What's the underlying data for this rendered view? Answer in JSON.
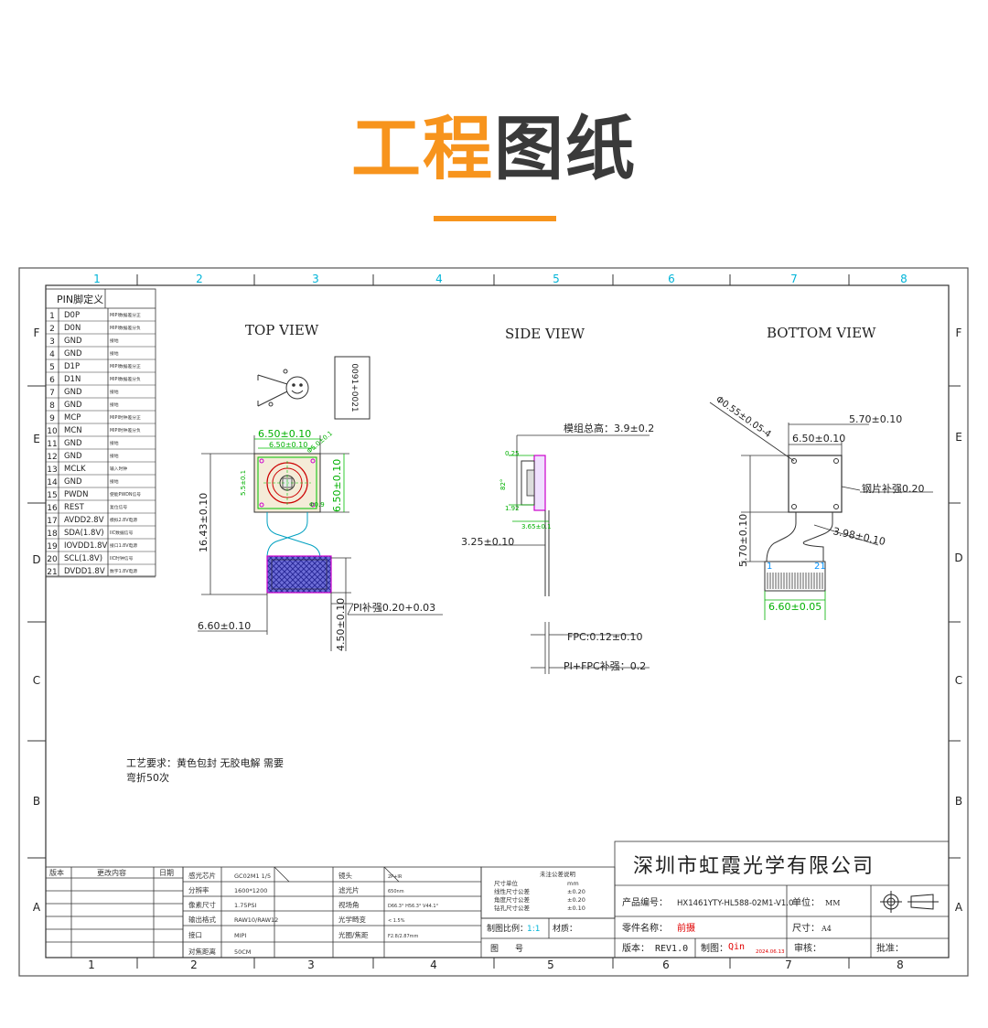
{
  "heading": {
    "part1": "工程",
    "part2": "图纸"
  },
  "frame": {
    "cols_top": [
      "1",
      "2",
      "3",
      "4",
      "5",
      "6",
      "7",
      "8"
    ],
    "cols_bottom": [
      "1",
      "2",
      "3",
      "4",
      "5",
      "6",
      "7",
      "8"
    ],
    "rows": [
      "F",
      "E",
      "D",
      "C",
      "B",
      "A"
    ]
  },
  "pin_table": {
    "title": "PIN脚定义",
    "rows": [
      {
        "n": "1",
        "name": "D0P",
        "desc": "MIPI数据差分正"
      },
      {
        "n": "2",
        "name": "D0N",
        "desc": "MIPI数据差分负"
      },
      {
        "n": "3",
        "name": "GND",
        "desc": "接地"
      },
      {
        "n": "4",
        "name": "GND",
        "desc": "接地"
      },
      {
        "n": "5",
        "name": "D1P",
        "desc": "MIPI数据差分正"
      },
      {
        "n": "6",
        "name": "D1N",
        "desc": "MIPI数据差分负"
      },
      {
        "n": "7",
        "name": "GND",
        "desc": "接地"
      },
      {
        "n": "8",
        "name": "GND",
        "desc": "接地"
      },
      {
        "n": "9",
        "name": "MCP",
        "desc": "MIPI时钟差分正"
      },
      {
        "n": "10",
        "name": "MCN",
        "desc": "MIPI时钟差分负"
      },
      {
        "n": "11",
        "name": "GND",
        "desc": "接地"
      },
      {
        "n": "12",
        "name": "GND",
        "desc": "接地"
      },
      {
        "n": "13",
        "name": "MCLK",
        "desc": "输入时钟"
      },
      {
        "n": "14",
        "name": "GND",
        "desc": "接地"
      },
      {
        "n": "15",
        "name": "PWDN",
        "desc": "使能PWDN信号"
      },
      {
        "n": "16",
        "name": "REST",
        "desc": "复位信号"
      },
      {
        "n": "17",
        "name": "AVDD2.8V",
        "desc": "模拟2.8V电源"
      },
      {
        "n": "18",
        "name": "SDA(1.8V)",
        "desc": "IIC数据信号"
      },
      {
        "n": "19",
        "name": "IOVDD1.8V",
        "desc": "接口1.8V电源"
      },
      {
        "n": "20",
        "name": "SCL(1.8V)",
        "desc": "IIC时钟信号"
      },
      {
        "n": "21",
        "name": "DVDD1.8V",
        "desc": "数字1.8V电源"
      }
    ]
  },
  "views": {
    "top": "TOP VIEW",
    "side": "SIDE VIEW",
    "bottom": "BOTTOM VIEW"
  },
  "top_view": {
    "label_box": "0091+0021",
    "dim_width": "6.50±0.10",
    "dim_width_inner": "6.50±0.10",
    "dim_height_right": "6.50±0.10",
    "dim_small_a": "5.5±0.1",
    "dim_small_b": "Φ5.0±0.1",
    "dim_small_c": "Φ0.9",
    "dim_total": "16.43±0.10",
    "dim_connector_w": "6.60±0.10",
    "dim_connector_h": "4.50±0.10",
    "pi_note": "PI补强0.20+0.03"
  },
  "side_view": {
    "total_height": "模组总高：3.9±0.2",
    "small_a": "0.25",
    "small_b": "1.92",
    "small_c": "3.65±0.1",
    "small_d": "82°",
    "fpc_width": "3.25±0.10",
    "fpc_thick": "FPC:0.12±0.10",
    "pi_fpc": "PI+FPC补强：0.2"
  },
  "bottom_view": {
    "hole": "Φ0.55±0.05-4",
    "dim_outer": "5.70±0.10",
    "dim_inner": "6.50±0.10",
    "steel": "钢片补强0.20",
    "dim_height": "5.70±0.10",
    "dim_flex": "3.98±0.10",
    "pin_first": "1",
    "pin_last": "21",
    "dim_conn": "6.60±0.05"
  },
  "notes": {
    "line1": "工艺要求：黄色包封 无胶电解 需要",
    "line2": "弯折50次"
  },
  "revision_table": {
    "col1": "版本",
    "col2": "更改内容",
    "col3": "日期"
  },
  "spec_table": [
    {
      "k": "感光芯片",
      "v": "GC02M1 1/5",
      "k2": "镜头",
      "v2": "2P+IR"
    },
    {
      "k": "分辨率",
      "v": "1600*1200",
      "k2": "滤光片",
      "v2": "650nm"
    },
    {
      "k": "像素尺寸",
      "v": "1.75PSI",
      "k2": "视场角",
      "v2": "D66.3° H56.3° V44.1°"
    },
    {
      "k": "输出格式",
      "v": "RAW10/RAW12",
      "k2": "光学畸变",
      "v2": "< 1.5%"
    },
    {
      "k": "接口",
      "v": "MIPI",
      "k2": "光圈/焦距",
      "v2": "F2.8/2.87mm"
    },
    {
      "k": "对焦距离",
      "v": "50CM",
      "k2": "",
      "v2": ""
    }
  ],
  "tolerance": {
    "title": "未注公差说明",
    "rows": [
      {
        "k": "尺寸单位",
        "v": "mm"
      },
      {
        "k": "线性尺寸公差",
        "v": "±0.20"
      },
      {
        "k": "角度尺寸公差",
        "v": "±0.20"
      },
      {
        "k": "钻孔尺寸公差",
        "v": "±0.10"
      }
    ]
  },
  "title_block": {
    "company": "深圳市虹霞光学有限公司",
    "product_label": "产品编号：",
    "product": "HX1461YTY-HL588-02M1-V1.0",
    "unit_label": "单位：",
    "unit": "MM",
    "part_label": "零件名称：",
    "part": "前摄",
    "size_label": "尺寸：",
    "size": "A4",
    "scale_label": "制图比例：",
    "scale": "1:1",
    "material_label": "材质：",
    "drawing_no_label": "图　　号",
    "version_label": "版本：",
    "version": "REV1.0",
    "drafter_label": "制图：",
    "drafter": "Qin",
    "date": "2024.06.13",
    "review_label": "审核：",
    "approve_label": "批准："
  },
  "colors": {
    "accent": "#f7941d",
    "heading_dark": "#3a3a3a",
    "cyan": "#00b4d8",
    "green": "#00c000",
    "blue_fill": "#5555cc",
    "magenta": "#cc00cc",
    "red": "#e00000"
  }
}
